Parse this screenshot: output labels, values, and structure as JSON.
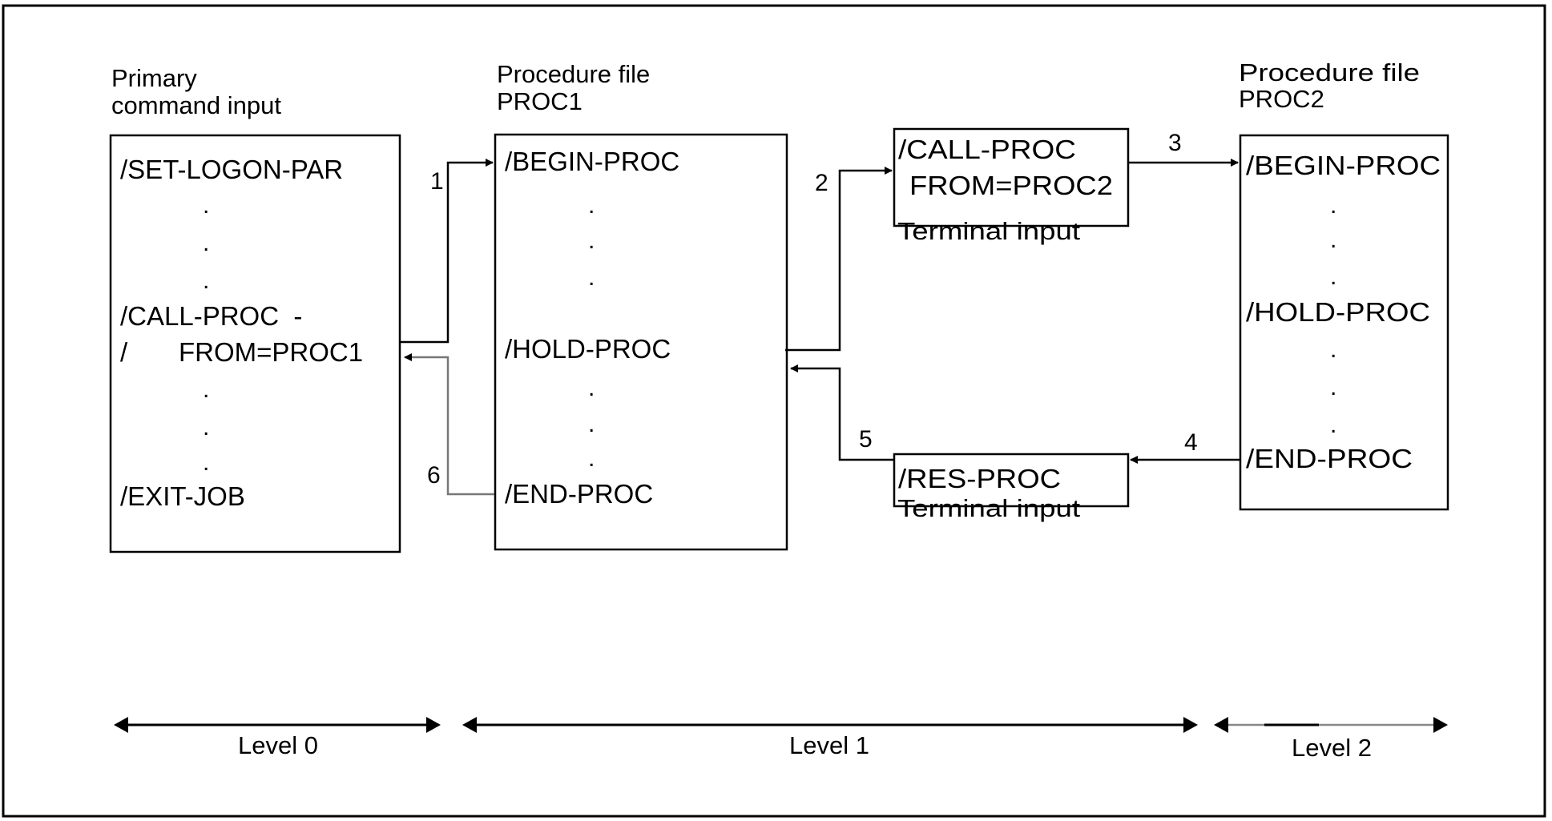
{
  "diagram": {
    "primary": {
      "title_line1": "Primary",
      "title_line2": "command input",
      "lines": [
        "/SET-LOGON-PAR",
        ".",
        ".",
        ".",
        "/CALL-PROC  -",
        "/",
        "FROM=PROC1",
        ".",
        ".",
        ".",
        "/EXIT-JOB"
      ]
    },
    "proc1": {
      "title_line1": "Procedure file",
      "title_line2": "PROC1",
      "lines": [
        "/BEGIN-PROC",
        ".",
        ".",
        ".",
        "/HOLD-PROC",
        ".",
        ".",
        ".",
        "/END-PROC"
      ]
    },
    "terminal_call": {
      "line1": "/CALL-PROC",
      "line2": "FROM=PROC2",
      "caption": "Terminal input"
    },
    "terminal_res": {
      "line1": "/RES-PROC",
      "caption": "Terminal input"
    },
    "proc2": {
      "title_line1": "Procedure file",
      "title_line2": "PROC2",
      "lines": [
        "/BEGIN-PROC",
        ".",
        ".",
        ".",
        "/HOLD-PROC",
        ".",
        ".",
        ".",
        "/END-PROC"
      ]
    },
    "arrows": [
      {
        "step": "1",
        "from": "primary /CALL-PROC",
        "to": "PROC1 /BEGIN-PROC"
      },
      {
        "step": "2",
        "from": "PROC1 /HOLD-PROC",
        "to": "terminal /CALL-PROC"
      },
      {
        "step": "3",
        "from": "terminal /CALL-PROC",
        "to": "PROC2 /BEGIN-PROC"
      },
      {
        "step": "4",
        "from": "PROC2 /END-PROC",
        "to": "terminal /RES-PROC"
      },
      {
        "step": "5",
        "from": "terminal /RES-PROC",
        "to": "PROC1 /HOLD-PROC"
      },
      {
        "step": "6",
        "from": "PROC1 /END-PROC",
        "to": "primary FROM=PROC1"
      }
    ],
    "levels": [
      "Level 0",
      "Level 1",
      "Level 2"
    ]
  }
}
